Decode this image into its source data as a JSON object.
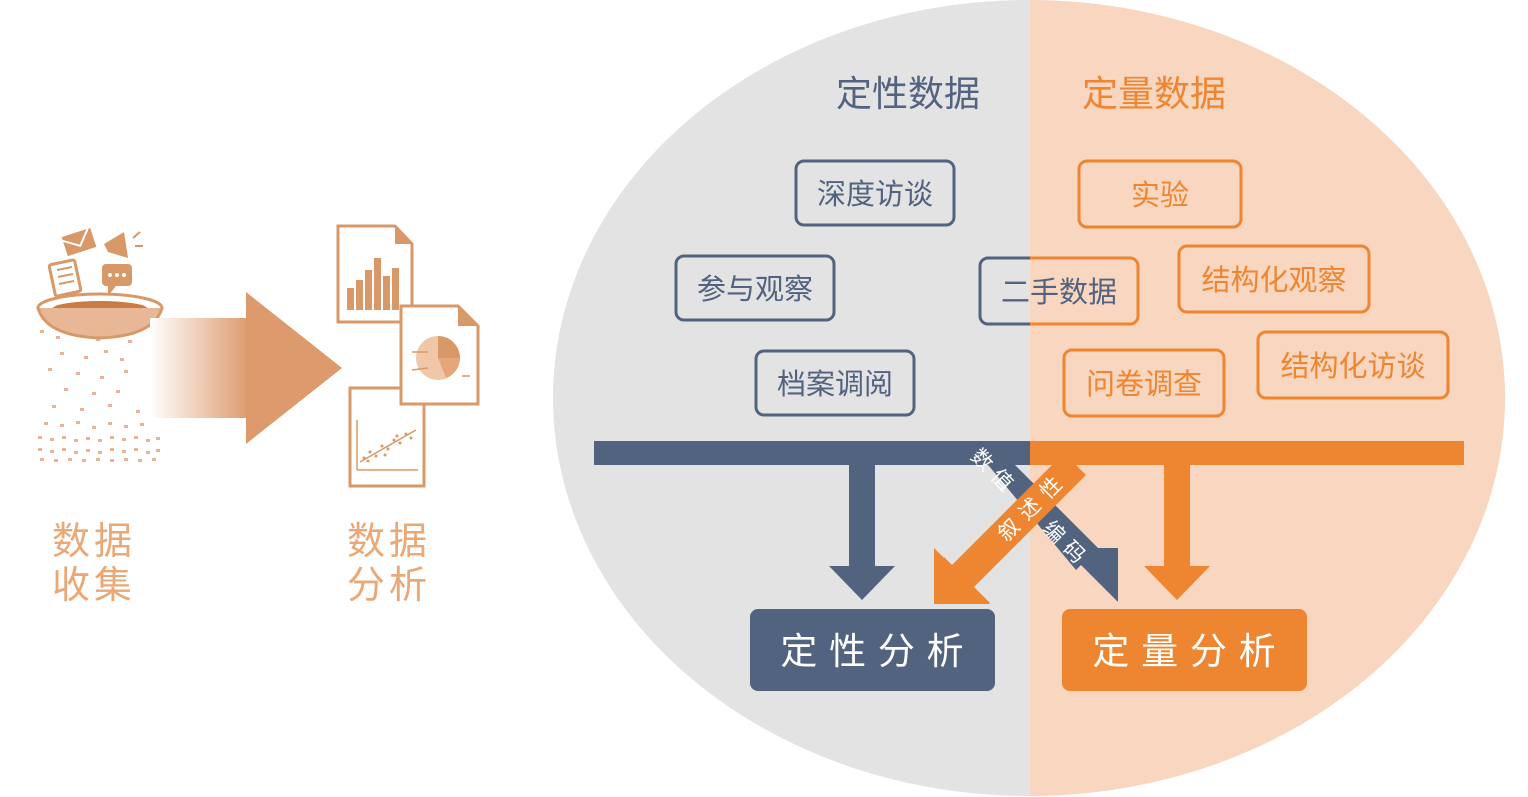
{
  "left_flow": {
    "collection_label": [
      "数据",
      "收集"
    ],
    "analysis_label": [
      "数据",
      "分析"
    ]
  },
  "headers": {
    "qualitative": "定性数据",
    "quantitative": "定量数据"
  },
  "qualitative_methods": [
    "深度访谈",
    "参与观察",
    "档案调阅"
  ],
  "shared_method": "二手数据",
  "quantitative_methods": [
    "实验",
    "结构化观察",
    "结构化访谈",
    "问卷调查"
  ],
  "conversions": {
    "numeric_coding": [
      "数",
      "值",
      "编",
      "码"
    ],
    "narrative": [
      "叙",
      "述",
      "性"
    ]
  },
  "outputs": {
    "qualitative": "定 性 分 析",
    "quantitative": "定 量 分 析"
  },
  "colors": {
    "slate": "#52637f",
    "orange": "#ee8530",
    "light_orange": "#f8d6bf",
    "light_gray": "#e3e3e3",
    "icon_orange": "#d89868",
    "label_orange": "#e9a876"
  }
}
